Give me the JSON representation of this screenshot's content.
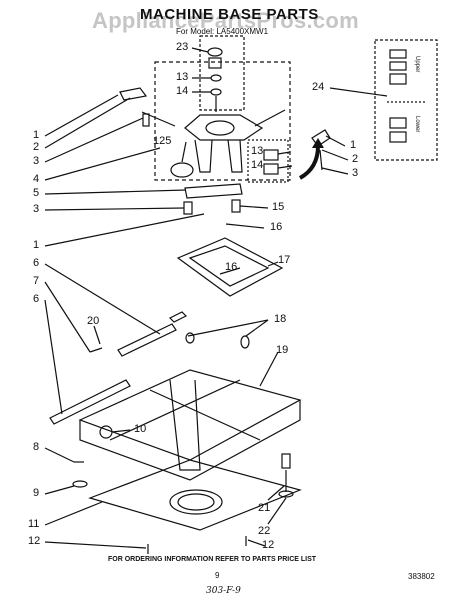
{
  "header": {
    "title": "MACHINE BASE PARTS",
    "watermark": "AppliancePartsPros.com",
    "model": "For Model: LA5400XMW1"
  },
  "callouts": {
    "c1a": "1",
    "c2a": "2",
    "c3a": "3",
    "c4": "4",
    "c125": "125",
    "c5": "5",
    "c3b": "3",
    "c1b": "1",
    "c6a": "6",
    "c7": "7",
    "c6b": "6",
    "c8": "8",
    "c9": "9",
    "c11": "11",
    "c12a": "12",
    "c23": "23",
    "c13a": "13",
    "c14a": "14",
    "c24": "24",
    "c13b": "13",
    "c14b": "14",
    "c1c": "1",
    "c2b": "2",
    "c3c": "3",
    "c15": "15",
    "c16a": "16",
    "c16b": "16",
    "c17": "17",
    "c18": "18",
    "c20": "20",
    "c19": "19",
    "c10": "10",
    "c21": "21",
    "c22": "22",
    "c12b": "12"
  },
  "inset_labels": {
    "upper": "Upper",
    "lower": "Lower"
  },
  "footer": {
    "ordering_note": "FOR ORDERING INFORMATION REFER TO PARTS PRICE LIST",
    "page": "9",
    "handwritten": "303-F-9",
    "part_number": "383802"
  }
}
